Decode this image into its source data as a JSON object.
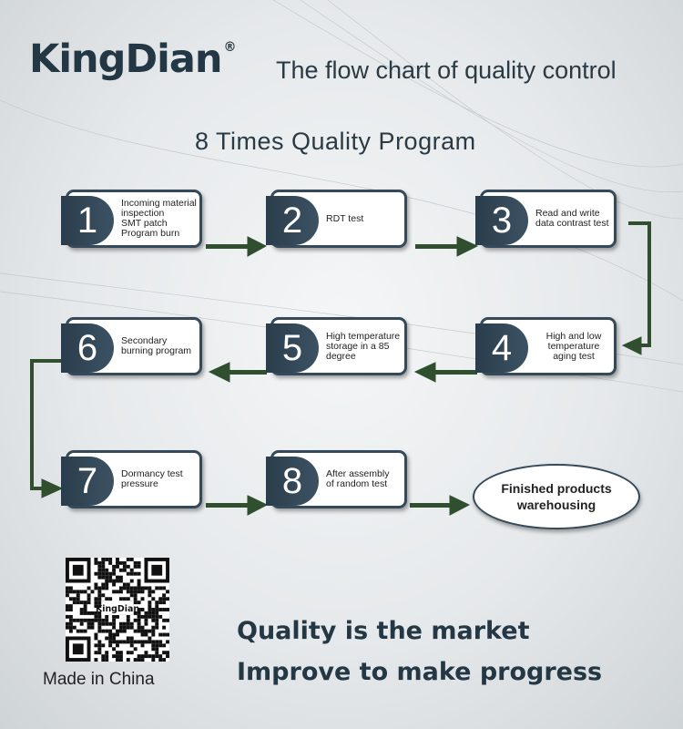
{
  "brand": {
    "name": "KingDian",
    "mark": "®"
  },
  "title": "The flow chart of quality control",
  "subtitle": "8 Times Quality Program",
  "steps": [
    {
      "num": "1",
      "text": "Incoming material\ninspection\nSMT patch\nProgram burn"
    },
    {
      "num": "2",
      "text": "RDT test"
    },
    {
      "num": "3",
      "text": "Read and write\ndata contrast test"
    },
    {
      "num": "4",
      "text": "High and low\ntemperature\naging test"
    },
    {
      "num": "5",
      "text": "High temperature\nstorage in a 85\ndegree"
    },
    {
      "num": "6",
      "text": "Secondary\nburning program"
    },
    {
      "num": "7",
      "text": "Dormancy test\npressure"
    },
    {
      "num": "8",
      "text": "After assembly\nof random test"
    }
  ],
  "final": "Finished products\nwarehousing",
  "made_in": "Made in China",
  "slogans": [
    "Quality is the market",
    "Improve to make progress"
  ],
  "colors": {
    "dark": "#243744",
    "arrow": "#2f4f2f"
  }
}
